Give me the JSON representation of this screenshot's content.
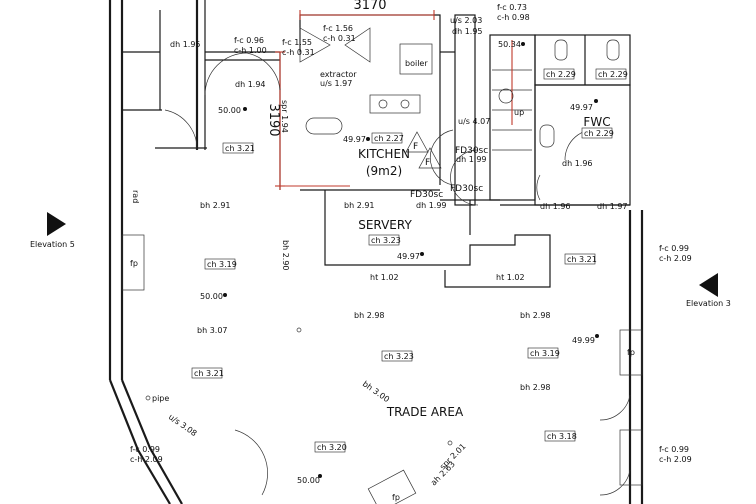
{
  "dims": {
    "kitchen_width": "3170",
    "kitchen_depth": "3190"
  },
  "elevations": {
    "left": "Elevation 5",
    "right": "Elevation 3"
  },
  "rooms": {
    "kitchen": "KITCHEN",
    "kitchen_area": "(9m2)",
    "servery": "SERVERY",
    "trade_area": "TRADE AREA",
    "fwc": "FWC"
  },
  "kitchen_fixtures": {
    "extractor": "extractor",
    "extractor_us": "u/s 1.97",
    "boiler": "boiler"
  },
  "notes": {
    "fc_156": "f-c 1.56",
    "ch_031": "c-h 0.31",
    "fc_155": "f-c 1.55",
    "ch_031b": "c-h 0.31",
    "fc_096": "f-c 0.96",
    "ch_100": "c-h 1.00",
    "us_203": "u/s 2.03",
    "fc_073": "f-c 0.73",
    "ch_098": "c-h 0.98",
    "fc_099_a": "f-c 0.99",
    "ch_209_a": "c-h 2.09",
    "fc_099_b": "f-c 0.99",
    "ch_209_b": "c-h 2.09",
    "fc_099_c": "f-c 0.99",
    "ch_209_c": "c-h 2.09",
    "fd30_a": "FD30sc",
    "fd30_b": "FD30sc",
    "fd30_c": "FD30sc",
    "fd_a": "F",
    "fd_b": "F",
    "up": "up",
    "pipe": "pipe",
    "rad": "rad",
    "fp1": "fp",
    "fp2": "fp",
    "fp3": "fp",
    "dh_195_a": "dh 1.95",
    "dh_195_b": "dh 1.95",
    "dh_194": "dh 1.94",
    "dh_199_a": "dh 1.99",
    "dh_199_b": "dh 1.99",
    "dh_196_a": "dh 1.96",
    "dh_196_b": "dh 1.96",
    "dh_197": "dh 1.97",
    "spr_194": "spr 1.94",
    "bh_290": "bh 2.90",
    "bh_291_a": "bh 2.91",
    "bh_291_b": "bh 2.91",
    "bh_298_a": "bh 2.98",
    "bh_298_b": "bh 2.98",
    "bh_298_c": "bh 2.98",
    "bh_307": "bh 3.07",
    "bh_300": "bh 3.00",
    "ht_102_a": "ht 1.02",
    "ht_102_b": "ht 1.02",
    "us_407": "u/s 4.07",
    "us_308": "u/s 3.08",
    "spr_201": "spr 2.01",
    "ah_263": "ah 2.63"
  },
  "ceiling_heights": {
    "ch_319": "ch 3.19",
    "ch_321_a": "ch 3.21",
    "ch_321_b": "ch 3.21",
    "ch_321_c": "ch 3.21",
    "ch_323_a": "ch 3.23",
    "ch_323_b": "ch 3.23",
    "ch_319_b": "ch 3.19",
    "ch_318": "ch 3.18",
    "ch_320": "ch 3.20",
    "ch_227": "ch 2.27",
    "ch_229_a": "ch 2.29",
    "ch_229_b": "ch 2.29",
    "ch_229_c": "ch 2.29"
  },
  "levels": {
    "lv_4997_a": "49.97",
    "lv_4997_b": "49.97",
    "lv_4997_c": "49.97",
    "lv_5000_a": "50.00",
    "lv_5000_b": "50.00",
    "lv_5000_c": "50.00",
    "lv_5034": "50.34",
    "lv_4999": "49.99"
  }
}
